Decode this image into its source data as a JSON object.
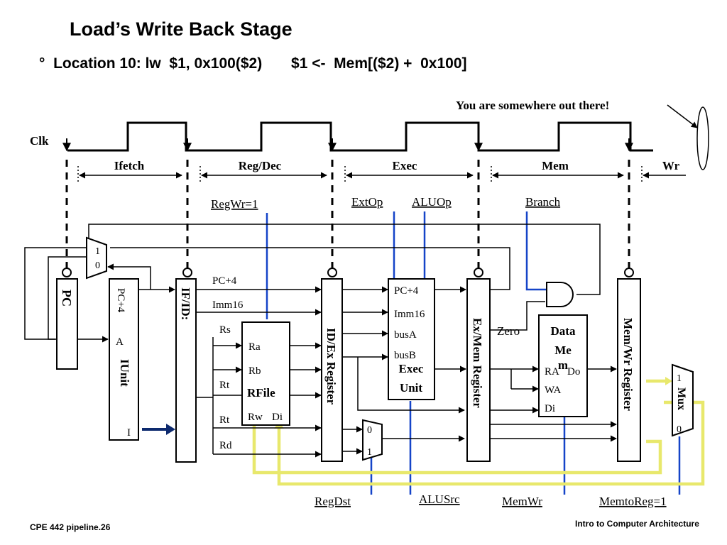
{
  "title": "Load’s Write Back Stage",
  "subtitle": "°  Location 10: lw  $1, 0x100($2)       $1 <-  Mem[($2) +  0x100]",
  "note": "You are somewhere out there!",
  "clock": {
    "label": "Clk"
  },
  "stages": [
    "Ifetch",
    "Reg/Dec",
    "Exec",
    "Mem",
    "Wr"
  ],
  "signals": {
    "regwr": "RegWr=1",
    "extop": "ExtOp",
    "aluop": "ALUOp",
    "branch": "Branch",
    "regdst": "RegDst",
    "alusrc": "ALUSrc",
    "memwr": "MemWr",
    "memtoreg": "MemtoReg=1"
  },
  "blocks": {
    "pc": "PC",
    "ifid": "IF/ID:",
    "idex": "ID/Ex Register",
    "exmem": "Ex/Mem Register",
    "memwr": "Mem/Wr Register",
    "iunit": "IUnit",
    "rfile": "RFile",
    "exec_unit": [
      "Exec",
      "Unit"
    ],
    "data_mem": [
      "Data",
      "Me",
      "m"
    ],
    "mux": "Mux"
  },
  "ports": {
    "iunit": [
      "PC+4",
      "A",
      "I"
    ],
    "rfile": [
      "Ra",
      "Rb",
      "Rw",
      "Di"
    ],
    "exec": [
      "PC+4",
      "Imm16",
      "busA",
      "busB"
    ],
    "datamem": [
      "RA",
      "Do",
      "WA",
      "Di"
    ]
  },
  "wires": {
    "pc4": "PC+4",
    "imm16": "Imm16",
    "rs": "Rs",
    "rt1": "Rt",
    "rt2": "Rt",
    "rd": "Rd",
    "zero": "Zero"
  },
  "mux_inputs": {
    "pc_mux": [
      "1",
      "0"
    ],
    "regdst_mux": [
      "0",
      "1"
    ],
    "wb_mux": [
      "1",
      "0"
    ]
  },
  "footer": {
    "left": "CPE 442 pipeline.26",
    "right": "Intro to Computer Architecture"
  }
}
